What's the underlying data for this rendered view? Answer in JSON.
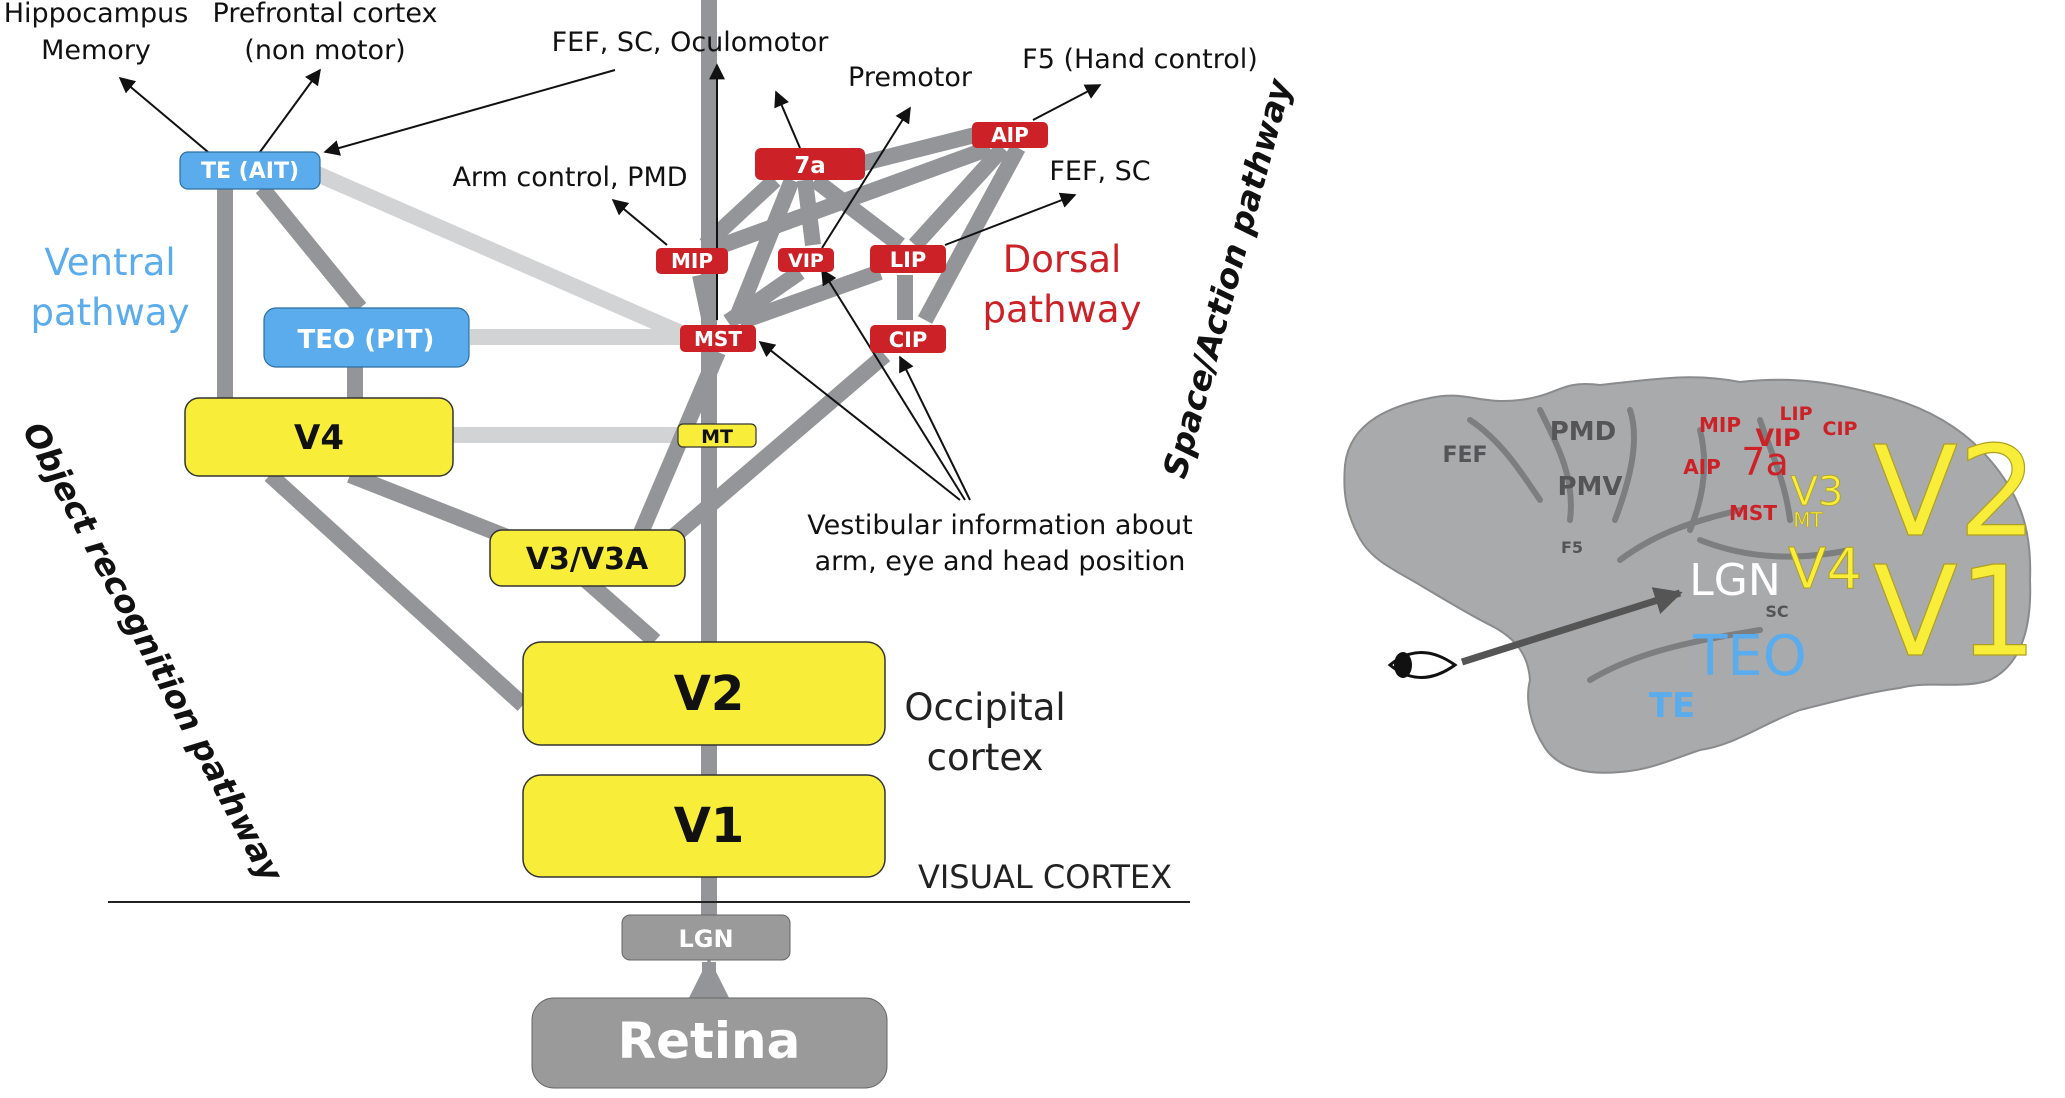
{
  "colors": {
    "visual": "#f8ee3a",
    "ventral": "#5aacec",
    "dorsal": "#cc2227",
    "gray_node": "#9a9a9b",
    "connection": "#939598",
    "connection_light": "#d1d3d4",
    "brain": "#a9aaac"
  },
  "nodes": {
    "retina": "Retina",
    "lgn": "LGN",
    "v1": "V1",
    "v2": "V2",
    "v3": "V3/V3A",
    "v4": "V4",
    "mt": "MT",
    "teo": "TEO (PIT)",
    "te": "TE (AIT)",
    "mst": "MST",
    "mip": "MIP",
    "vip": "VIP",
    "lip": "LIP",
    "cip": "CIP",
    "a7": "7a",
    "aip": "AIP"
  },
  "targets": {
    "hippocampus_1": "Hippocampus",
    "hippocampus_2": "Memory",
    "prefrontal_1": "Prefrontal cortex",
    "prefrontal_2": "(non motor)",
    "fef_sc_oculomotor": "FEF, SC, Oculomotor",
    "premotor": "Premotor",
    "f5": "F5 (Hand control)",
    "arm_control": "Arm control, PMD",
    "fef_sc": "FEF, SC",
    "vestibular_1": "Vestibular information about",
    "vestibular_2": "arm, eye and head position"
  },
  "labels": {
    "ventral_1": "Ventral",
    "ventral_2": "pathway",
    "dorsal_1": "Dorsal",
    "dorsal_2": "pathway",
    "occipital_1": "Occipital",
    "occipital_2": "cortex",
    "visual_cortex": "VISUAL CORTEX",
    "object_pathway": "Object recognition pathway",
    "space_pathway": "Space/Action pathway"
  },
  "brain": {
    "fef": "FEF",
    "pmd": "PMD",
    "pmv": "PMV",
    "f5": "F5",
    "mip": "MIP",
    "vip": "VIP",
    "lip": "LIP",
    "cip": "CIP",
    "aip": "AIP",
    "a7": "7a",
    "mst": "MST",
    "mt": "MT",
    "v3": "V3",
    "v4": "V4",
    "v2": "V2",
    "v1": "V1",
    "lgn": "LGN",
    "sc": "SC",
    "teo": "TEO",
    "te": "TE"
  }
}
